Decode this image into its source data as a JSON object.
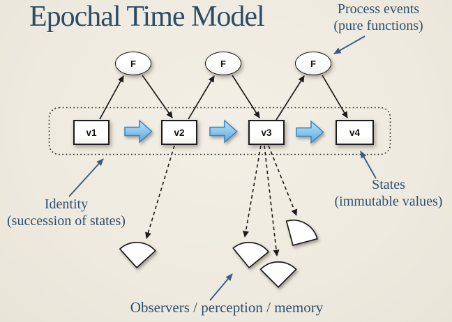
{
  "title": "Epochal Time Model",
  "annotations": {
    "process_events": {
      "line1": "Process events",
      "line2": "(pure functions)"
    },
    "identity": {
      "line1": "Identity",
      "line2": "(succession of states)"
    },
    "states": {
      "line1": "States",
      "line2": "(immutable values)"
    },
    "observers": {
      "label": "Observers / perception / memory"
    }
  },
  "nodes": {
    "functions": [
      {
        "label": "F"
      },
      {
        "label": "F"
      },
      {
        "label": "F"
      }
    ],
    "states": [
      {
        "label": "v1"
      },
      {
        "label": "v2"
      },
      {
        "label": "v3"
      },
      {
        "label": "v4"
      }
    ]
  },
  "colors": {
    "background": "#eeeadf",
    "text": "#2f4f6e",
    "line": "#1b1b1b",
    "annotation_arrow": "#3d5b7a",
    "transition_arrow_fill_top": "#bce1f8",
    "transition_arrow_fill_bottom": "#5da7dc",
    "transition_arrow_border": "#3784bd",
    "node_fill": "#ffffff"
  }
}
